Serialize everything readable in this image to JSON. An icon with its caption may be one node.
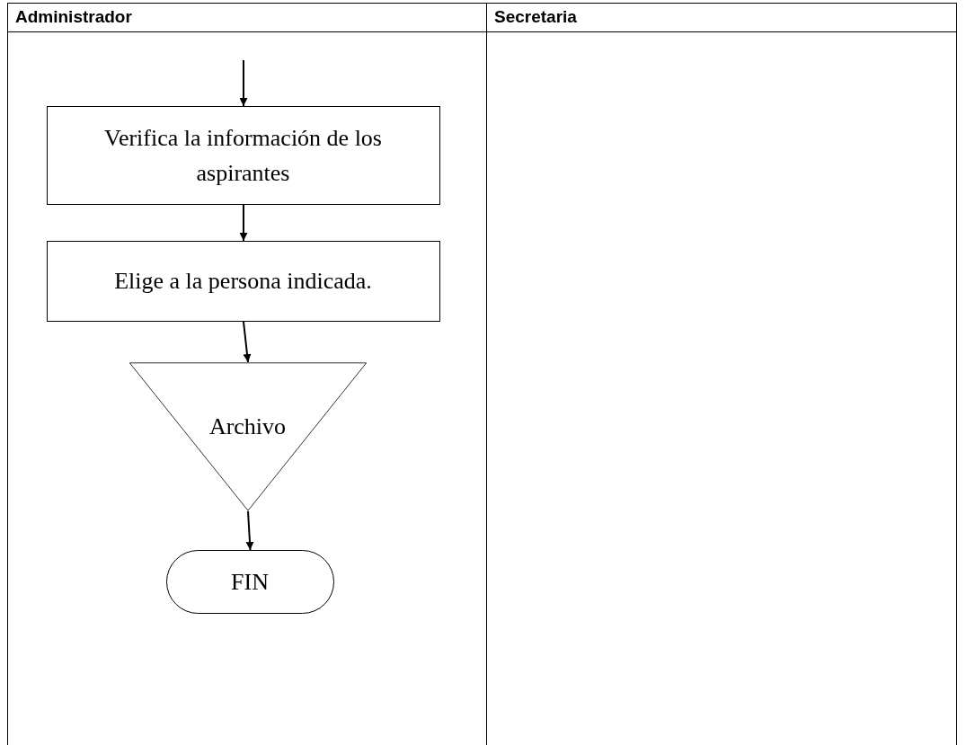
{
  "diagram": {
    "nodes": [
      {
        "text": [
          "Administrador"
        ]
      },
      {
        "text": [
          "Secretaria"
        ]
      },
      {
        "text": [
          "Verifica la información de los aspirantes"
        ],
        "in": 0
      },
      {
        "text": [
          "Elige a la persona indicada."
        ],
        "in": 0
      },
      {
        "text": [
          "Archivo"
        ],
        "in": 0
      },
      {
        "text": [
          "FIN"
        ],
        "in": 0
      }
    ],
    "edges": [
      {
        "from": null,
        "to": 2,
        "arrow": "to"
      },
      {
        "from": 2,
        "to": 3,
        "arrow": "to"
      },
      {
        "from": 3,
        "to": 4,
        "arrow": "to"
      },
      {
        "from": 4,
        "to": 5,
        "arrow": "to"
      }
    ]
  }
}
